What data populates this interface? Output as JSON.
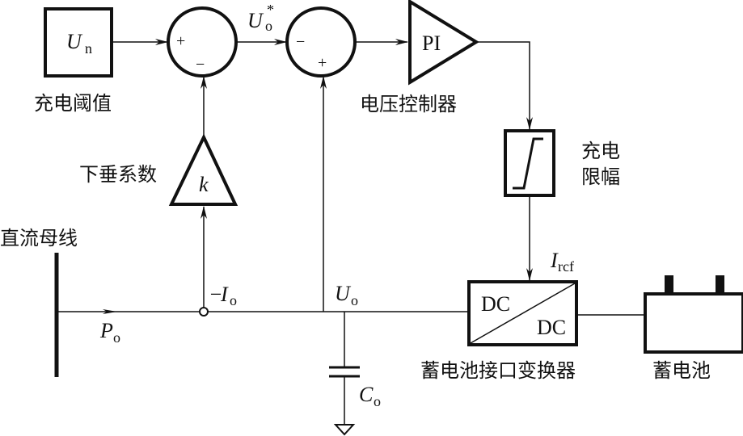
{
  "diagram": {
    "title": "Battery charging droop control block diagram",
    "blocks": {
      "threshold": {
        "symbol": "U",
        "subscript": "n",
        "label": "充电阈值"
      },
      "sum1": {
        "top_sign": "+",
        "bottom_sign": "−"
      },
      "sum2": {
        "left_sign": "−",
        "bottom_sign": "+"
      },
      "pi": {
        "text": "PI",
        "label": "电压控制器"
      },
      "limiter": {
        "label_line1": "充电",
        "label_line2": "限幅"
      },
      "droop": {
        "symbol": "k",
        "label": "下垂系数"
      },
      "converter": {
        "top_text": "DC",
        "bottom_text": "DC",
        "label": "蓄电池接口变换器"
      },
      "battery": {
        "label": "蓄电池"
      },
      "bus": {
        "label": "直流母线"
      }
    },
    "signals": {
      "uo_star": {
        "symbol": "U",
        "subscript": "o",
        "superscript": "*"
      },
      "neg_io": {
        "prefix": "−",
        "symbol": "I",
        "subscript": "o"
      },
      "uo": {
        "symbol": "U",
        "subscript": "o"
      },
      "po": {
        "symbol": "P",
        "subscript": "o"
      },
      "iref": {
        "symbol": "I",
        "subscript": "rcf"
      },
      "co": {
        "symbol": "C",
        "subscript": "o"
      }
    }
  }
}
